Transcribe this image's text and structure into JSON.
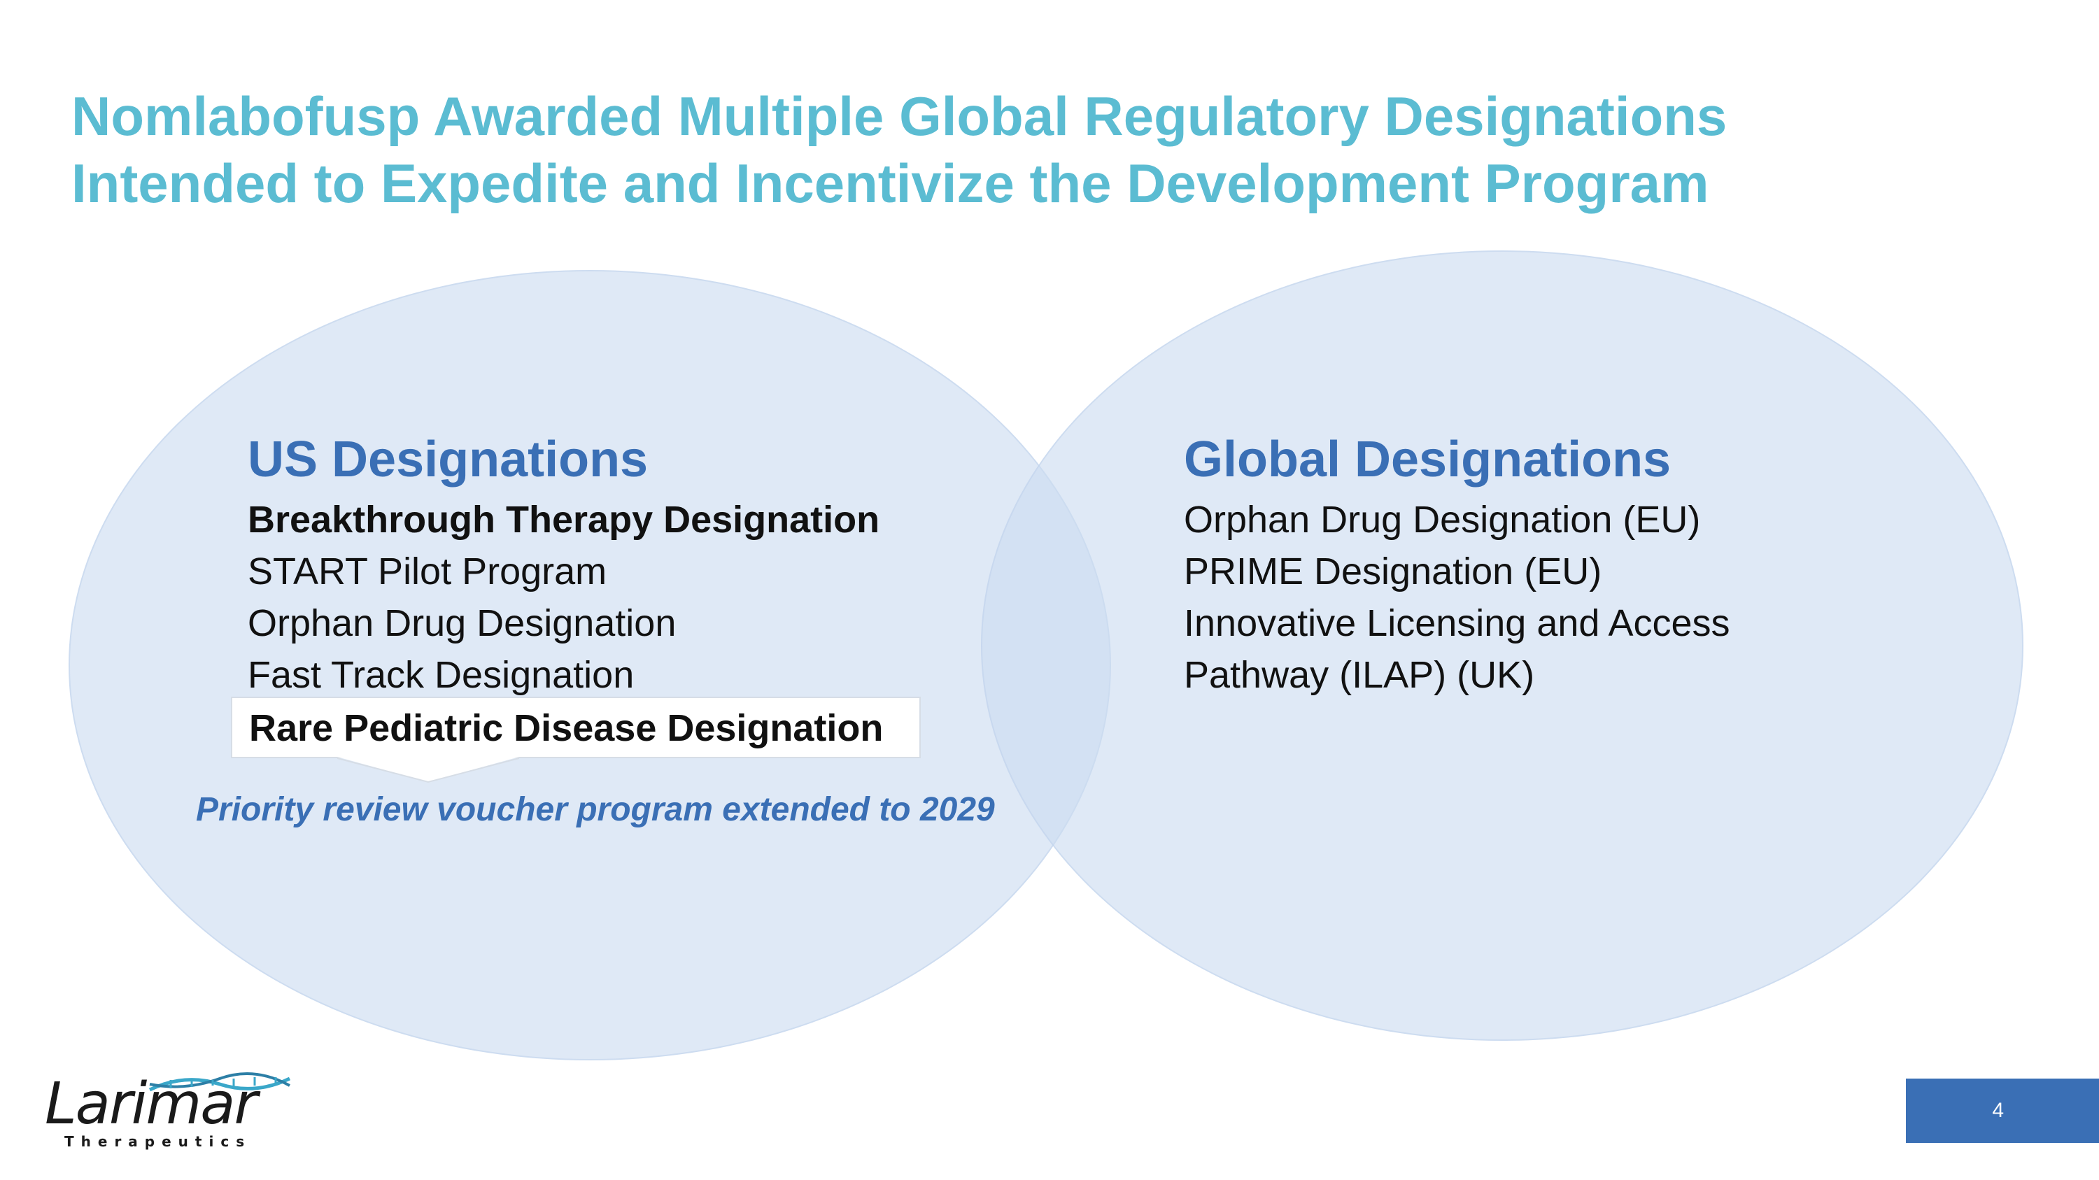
{
  "slide": {
    "title_line1": "Nomlabofusp Awarded Multiple Global Regulatory Designations",
    "title_line2": "Intended to Expedite and Incentivize the Development Program",
    "page_number": "4"
  },
  "us": {
    "heading": "US Designations",
    "items": [
      {
        "label": "Breakthrough Therapy Designation",
        "bold": true
      },
      {
        "label": "START Pilot Program",
        "bold": false
      },
      {
        "label": "Orphan Drug Designation",
        "bold": false
      },
      {
        "label": "Fast Track Designation",
        "bold": false
      }
    ],
    "callout_label": "Rare Pediatric Disease Designation",
    "note": "Priority review voucher program extended to 2029"
  },
  "global": {
    "heading": "Global Designations",
    "items": [
      {
        "label": "Orphan Drug Designation (EU)"
      },
      {
        "label": "PRIME Designation (EU)"
      },
      {
        "label": "Innovative Licensing and Access"
      },
      {
        "label": "Pathway (ILAP) (UK)"
      }
    ]
  },
  "logo": {
    "name": "Larimar",
    "subtitle": "Therapeutics"
  },
  "colors": {
    "title": "#5bbcd2",
    "heading": "#3a6fb5",
    "ellipse_fill": "#cbdcf0",
    "page_box": "#3a6fb5",
    "logo_accent": "#3aa7c9"
  }
}
